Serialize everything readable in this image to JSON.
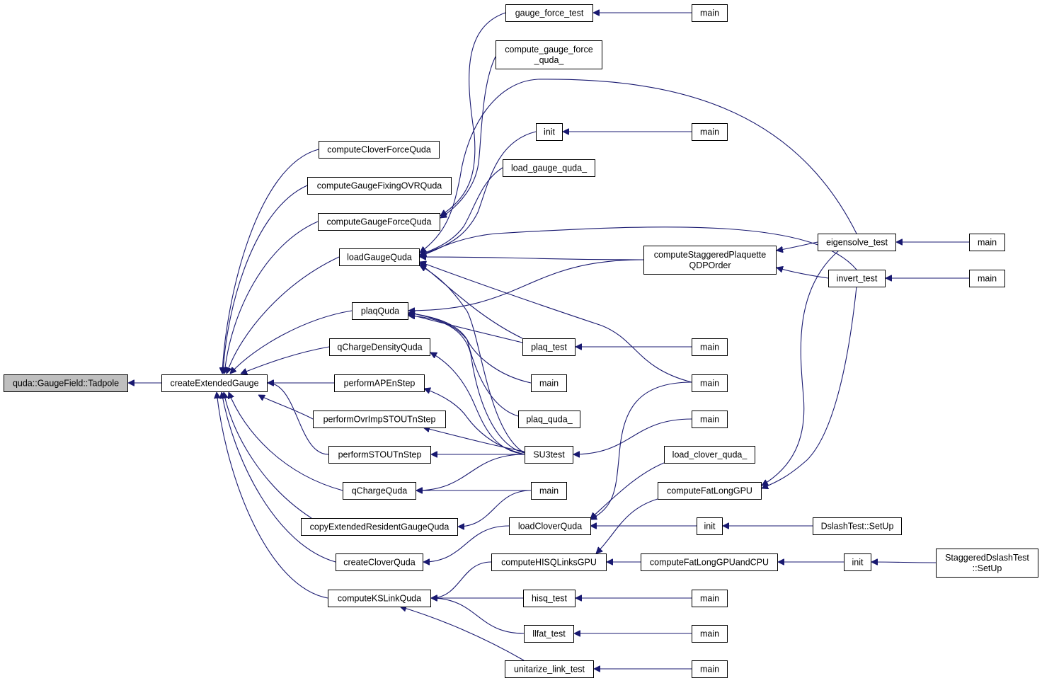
{
  "graph": {
    "nodes": [
      {
        "id": "tadpole",
        "label": [
          "quda::GaugeField::Tadpole"
        ],
        "root": true
      },
      {
        "id": "cEG",
        "label": [
          "createExtendedGauge"
        ]
      },
      {
        "id": "cCFQ",
        "label": [
          "computeCloverForceQuda"
        ]
      },
      {
        "id": "cGFO",
        "label": [
          "computeGaugeFixingOVRQuda"
        ]
      },
      {
        "id": "cGFQ",
        "label": [
          "computeGaugeForceQuda"
        ]
      },
      {
        "id": "lGQ",
        "label": [
          "loadGaugeQuda"
        ]
      },
      {
        "id": "plaqQ",
        "label": [
          "plaqQuda"
        ]
      },
      {
        "id": "qCDQ",
        "label": [
          "qChargeDensityQuda"
        ]
      },
      {
        "id": "pAPE",
        "label": [
          "performAPEnStep"
        ]
      },
      {
        "id": "pOIS",
        "label": [
          "performOvrImpSTOUTnStep"
        ]
      },
      {
        "id": "pST",
        "label": [
          "performSTOUTnStep"
        ]
      },
      {
        "id": "qCQ",
        "label": [
          "qChargeQuda"
        ]
      },
      {
        "id": "cERG",
        "label": [
          "copyExtendedResidentGaugeQuda"
        ]
      },
      {
        "id": "cCQ",
        "label": [
          "createCloverQuda"
        ]
      },
      {
        "id": "cKSL",
        "label": [
          "computeKSLinkQuda"
        ]
      },
      {
        "id": "gft",
        "label": [
          "gauge_force_test"
        ]
      },
      {
        "id": "cgfq_",
        "label": [
          "compute_gauge_force",
          "_quda_"
        ]
      },
      {
        "id": "init1",
        "label": [
          "init"
        ]
      },
      {
        "id": "lgq_",
        "label": [
          "load_gauge_quda_"
        ]
      },
      {
        "id": "plaqtest",
        "label": [
          "plaq_test"
        ]
      },
      {
        "id": "main_m1",
        "label": [
          "main"
        ]
      },
      {
        "id": "plaqquda_",
        "label": [
          "plaq_quda_"
        ]
      },
      {
        "id": "su3",
        "label": [
          "SU3test"
        ]
      },
      {
        "id": "main_m2",
        "label": [
          "main"
        ]
      },
      {
        "id": "lCQ",
        "label": [
          "loadCloverQuda"
        ]
      },
      {
        "id": "cHISQ",
        "label": [
          "computeHISQLinksGPU"
        ]
      },
      {
        "id": "hisq",
        "label": [
          "hisq_test"
        ]
      },
      {
        "id": "llfat",
        "label": [
          "llfat_test"
        ]
      },
      {
        "id": "unit",
        "label": [
          "unitarize_link_test"
        ]
      },
      {
        "id": "main_gft",
        "label": [
          "main"
        ]
      },
      {
        "id": "main_init1",
        "label": [
          "main"
        ]
      },
      {
        "id": "cSPQ",
        "label": [
          "computeStaggeredPlaquette",
          "QDPOrder"
        ]
      },
      {
        "id": "main_plaq",
        "label": [
          "main"
        ]
      },
      {
        "id": "main_lgq",
        "label": [
          "main"
        ]
      },
      {
        "id": "main_su3",
        "label": [
          "main"
        ]
      },
      {
        "id": "lcq_",
        "label": [
          "load_clover_quda_"
        ]
      },
      {
        "id": "cFLG",
        "label": [
          "computeFatLongGPU"
        ]
      },
      {
        "id": "init2",
        "label": [
          "init"
        ]
      },
      {
        "id": "cFLGC",
        "label": [
          "computeFatLongGPUandCPU"
        ]
      },
      {
        "id": "main_hisq",
        "label": [
          "main"
        ]
      },
      {
        "id": "main_llfat",
        "label": [
          "main"
        ]
      },
      {
        "id": "main_unit",
        "label": [
          "main"
        ]
      },
      {
        "id": "eig",
        "label": [
          "eigensolve_test"
        ]
      },
      {
        "id": "inv",
        "label": [
          "invert_test"
        ]
      },
      {
        "id": "dslash",
        "label": [
          "DslashTest::SetUp"
        ]
      },
      {
        "id": "init3",
        "label": [
          "init"
        ]
      },
      {
        "id": "main_eig",
        "label": [
          "main"
        ]
      },
      {
        "id": "main_inv",
        "label": [
          "main"
        ]
      },
      {
        "id": "sds",
        "label": [
          "StaggeredDslashTest",
          "::SetUp"
        ]
      }
    ],
    "edges": [
      [
        "cEG",
        "tadpole"
      ],
      [
        "cCFQ",
        "cEG"
      ],
      [
        "cGFO",
        "cEG"
      ],
      [
        "cGFQ",
        "cEG"
      ],
      [
        "lGQ",
        "cEG"
      ],
      [
        "plaqQ",
        "cEG"
      ],
      [
        "qCDQ",
        "cEG"
      ],
      [
        "pAPE",
        "cEG"
      ],
      [
        "pOIS",
        "cEG"
      ],
      [
        "pST",
        "cEG"
      ],
      [
        "qCQ",
        "cEG"
      ],
      [
        "cERG",
        "cEG"
      ],
      [
        "cCQ",
        "cEG"
      ],
      [
        "cKSL",
        "cEG"
      ],
      [
        "gft",
        "cGFQ"
      ],
      [
        "cgfq_",
        "cGFQ"
      ],
      [
        "init1",
        "lGQ"
      ],
      [
        "lgq_",
        "lGQ"
      ],
      [
        "cSPQ",
        "lGQ"
      ],
      [
        "eig",
        "lGQ"
      ],
      [
        "inv",
        "lGQ"
      ],
      [
        "plaqtest",
        "lGQ"
      ],
      [
        "main_lgq",
        "lGQ"
      ],
      [
        "su3",
        "lGQ"
      ],
      [
        "cSPQ",
        "plaqQ"
      ],
      [
        "plaqtest",
        "plaqQ"
      ],
      [
        "main_m1",
        "plaqQ"
      ],
      [
        "plaqquda_",
        "plaqQ"
      ],
      [
        "su3",
        "plaqQ"
      ],
      [
        "su3",
        "qCDQ"
      ],
      [
        "su3",
        "pAPE"
      ],
      [
        "su3",
        "pOIS"
      ],
      [
        "su3",
        "pST"
      ],
      [
        "su3",
        "qCQ"
      ],
      [
        "main_m2",
        "qCQ"
      ],
      [
        "main_m2",
        "cERG"
      ],
      [
        "lCQ",
        "cCQ"
      ],
      [
        "cHISQ",
        "cKSL"
      ],
      [
        "hisq",
        "cKSL"
      ],
      [
        "llfat",
        "cKSL"
      ],
      [
        "unit",
        "cKSL"
      ],
      [
        "main_gft",
        "gft"
      ],
      [
        "main_init1",
        "init1"
      ],
      [
        "main_plaq",
        "plaqtest"
      ],
      [
        "main_su3",
        "su3"
      ],
      [
        "main_lgq",
        "lCQ"
      ],
      [
        "lcq_",
        "lCQ"
      ],
      [
        "init2",
        "lCQ"
      ],
      [
        "cFLG",
        "cHISQ"
      ],
      [
        "cFLGC",
        "cHISQ"
      ],
      [
        "main_hisq",
        "hisq"
      ],
      [
        "main_llfat",
        "llfat"
      ],
      [
        "main_unit",
        "unit"
      ],
      [
        "eig",
        "cSPQ"
      ],
      [
        "inv",
        "cSPQ"
      ],
      [
        "eig",
        "cFLG"
      ],
      [
        "inv",
        "cFLG"
      ],
      [
        "dslash",
        "init2"
      ],
      [
        "init3",
        "cFLGC"
      ],
      [
        "main_eig",
        "eig"
      ],
      [
        "main_inv",
        "inv"
      ],
      [
        "sds",
        "init3"
      ]
    ]
  }
}
